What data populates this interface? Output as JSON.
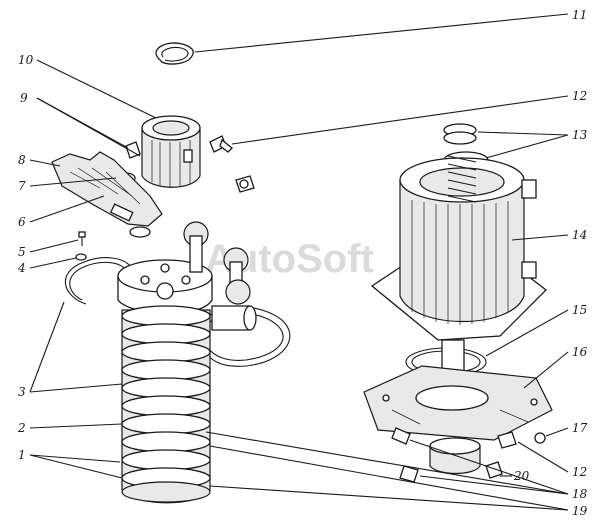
{
  "watermark": "AutoSoft",
  "callouts": [
    {
      "id": "n1",
      "text": "1"
    },
    {
      "id": "n2",
      "text": "2"
    },
    {
      "id": "n3",
      "text": "3"
    },
    {
      "id": "n4",
      "text": "4"
    },
    {
      "id": "n5",
      "text": "5"
    },
    {
      "id": "n6",
      "text": "6"
    },
    {
      "id": "n7",
      "text": "7"
    },
    {
      "id": "n8",
      "text": "8"
    },
    {
      "id": "n9",
      "text": "9"
    },
    {
      "id": "n10",
      "text": "10"
    },
    {
      "id": "n11",
      "text": "11"
    },
    {
      "id": "n12a",
      "text": "12"
    },
    {
      "id": "n12b",
      "text": "12"
    },
    {
      "id": "n13",
      "text": "13"
    },
    {
      "id": "n14",
      "text": "14"
    },
    {
      "id": "n15",
      "text": "15"
    },
    {
      "id": "n16",
      "text": "16"
    },
    {
      "id": "n17",
      "text": "17"
    },
    {
      "id": "n18",
      "text": "18"
    },
    {
      "id": "n19",
      "text": "19"
    },
    {
      "id": "n20",
      "text": "20"
    }
  ]
}
